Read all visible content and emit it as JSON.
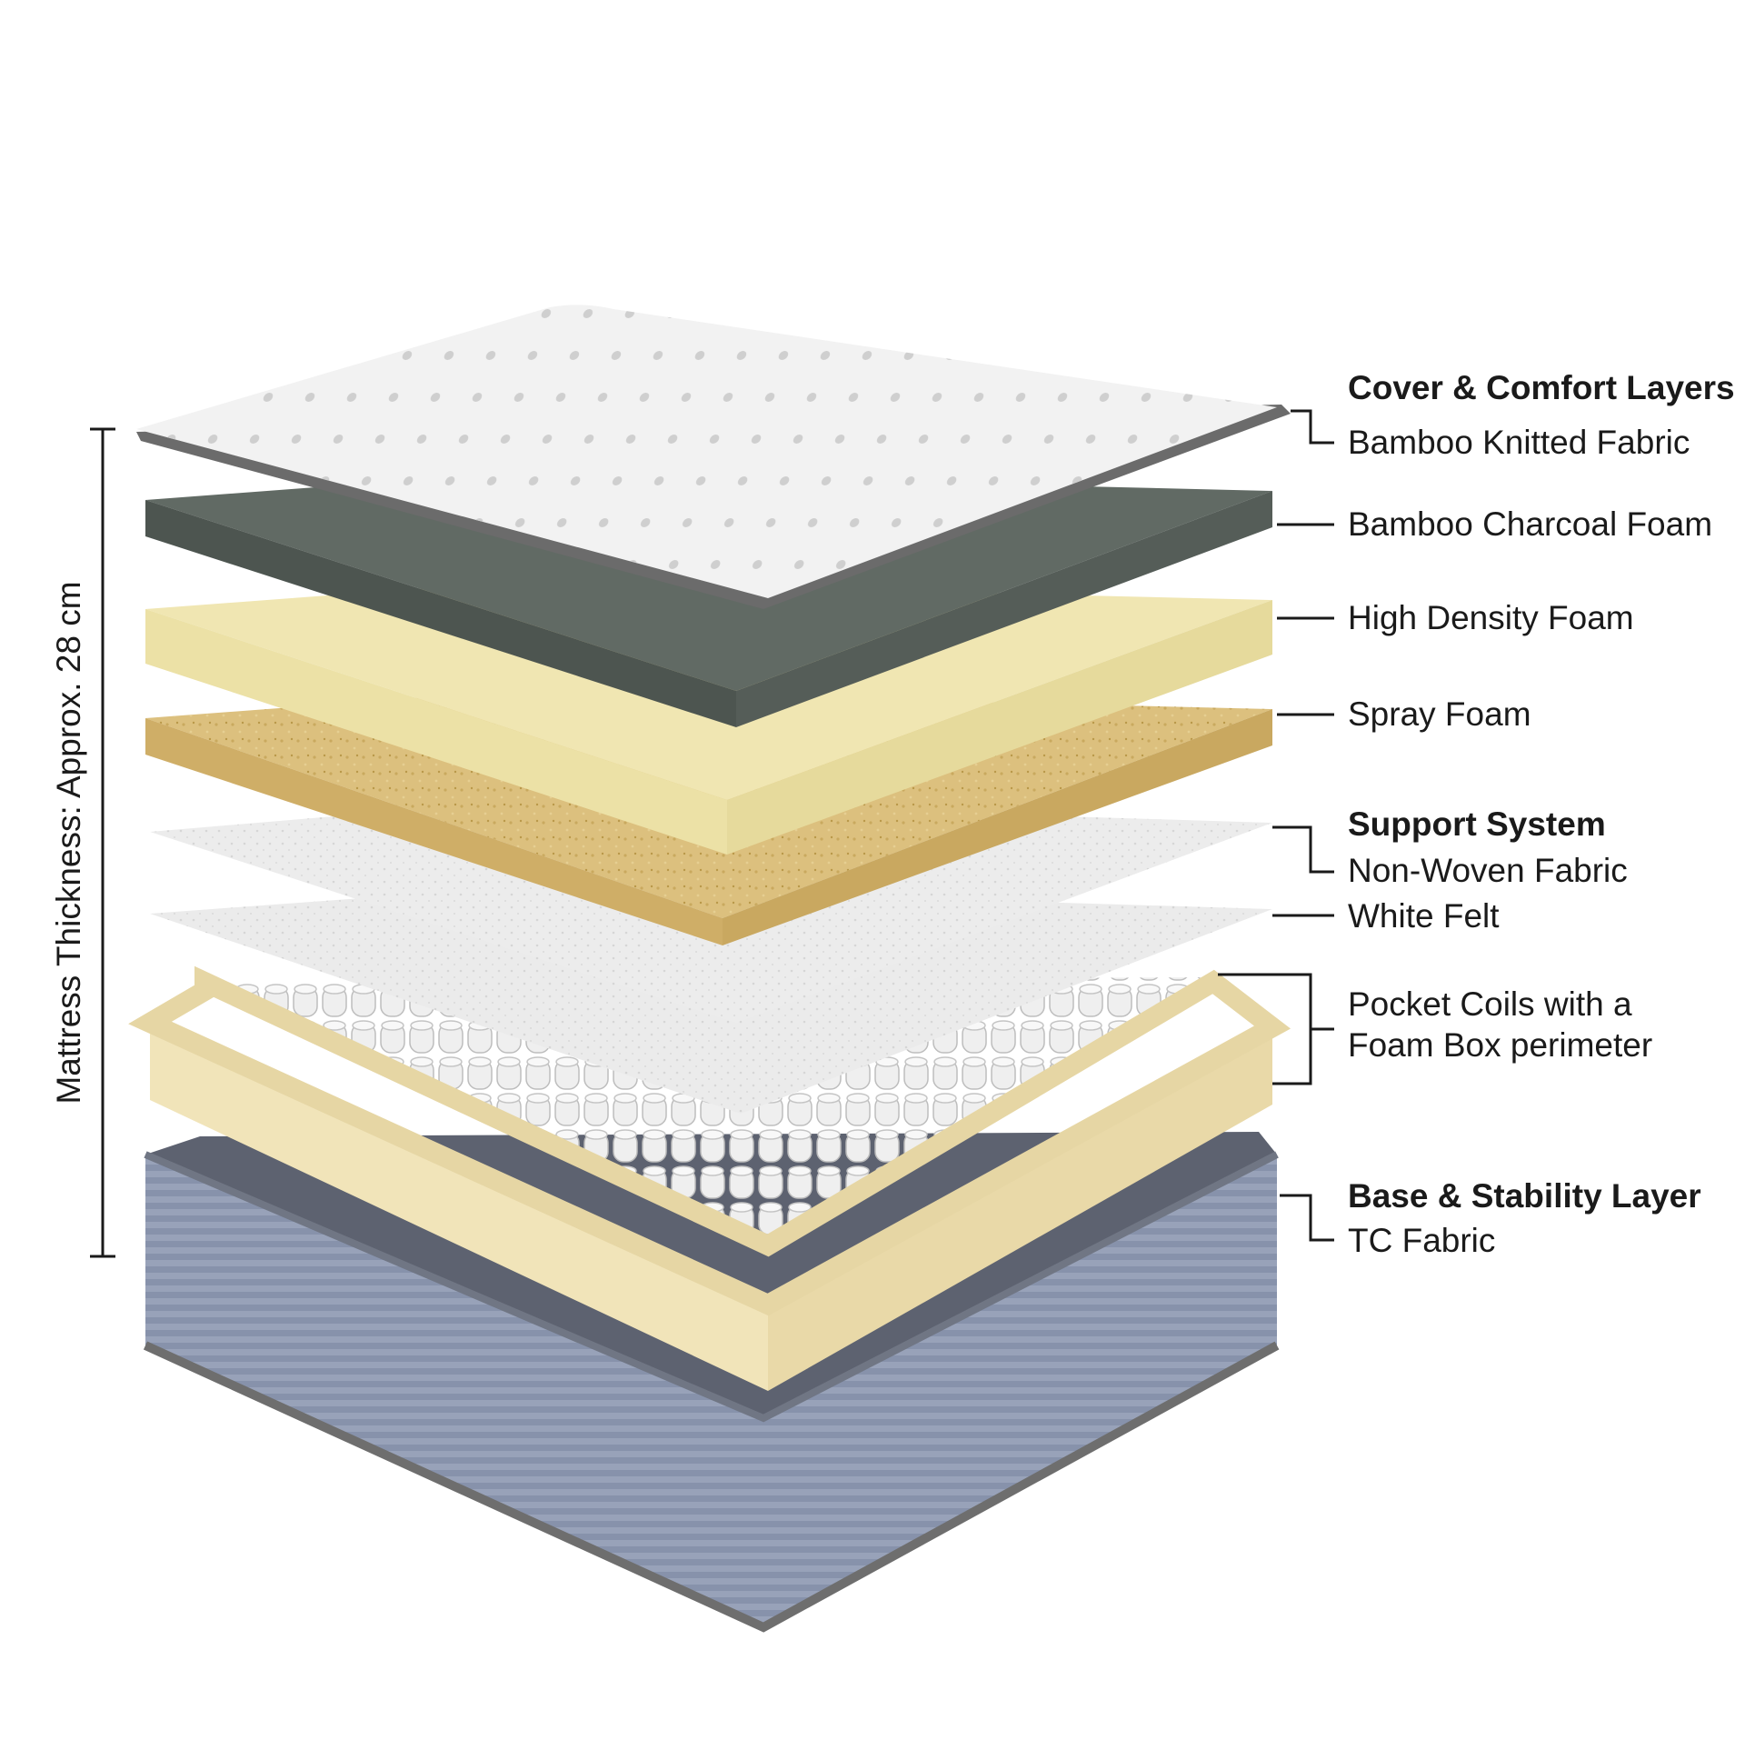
{
  "thickness_label": "Mattress Thickness: Approx. 28 cm",
  "groups": {
    "cover": "Cover & Comfort Layers",
    "support": "Support System",
    "base": "Base & Stability Layer"
  },
  "layers": {
    "bamboo_knitted": "Bamboo Knitted Fabric",
    "bamboo_charcoal": "Bamboo Charcoal Foam",
    "high_density": "High Density Foam",
    "spray_foam": "Spray Foam",
    "non_woven": "Non-Woven Fabric",
    "white_felt": "White Felt",
    "pocket_coils_line1": "Pocket Coils with a",
    "pocket_coils_line2": "Foam Box perimeter",
    "tc_fabric": "TC Fabric"
  },
  "colors": {
    "cover_top": "#f2f2f2",
    "cover_edge": "#6b6b6b",
    "charcoal": "#616a64",
    "charcoal_edge": "#4d5550",
    "high_density": "#f0e6b2",
    "spray": "#dcc07e",
    "felt": "#ebebeb",
    "foam_box": "#f1e4b9",
    "coil": "#e7e7e7",
    "base_side": "#8e98b0",
    "base_inner": "#5d6270"
  }
}
